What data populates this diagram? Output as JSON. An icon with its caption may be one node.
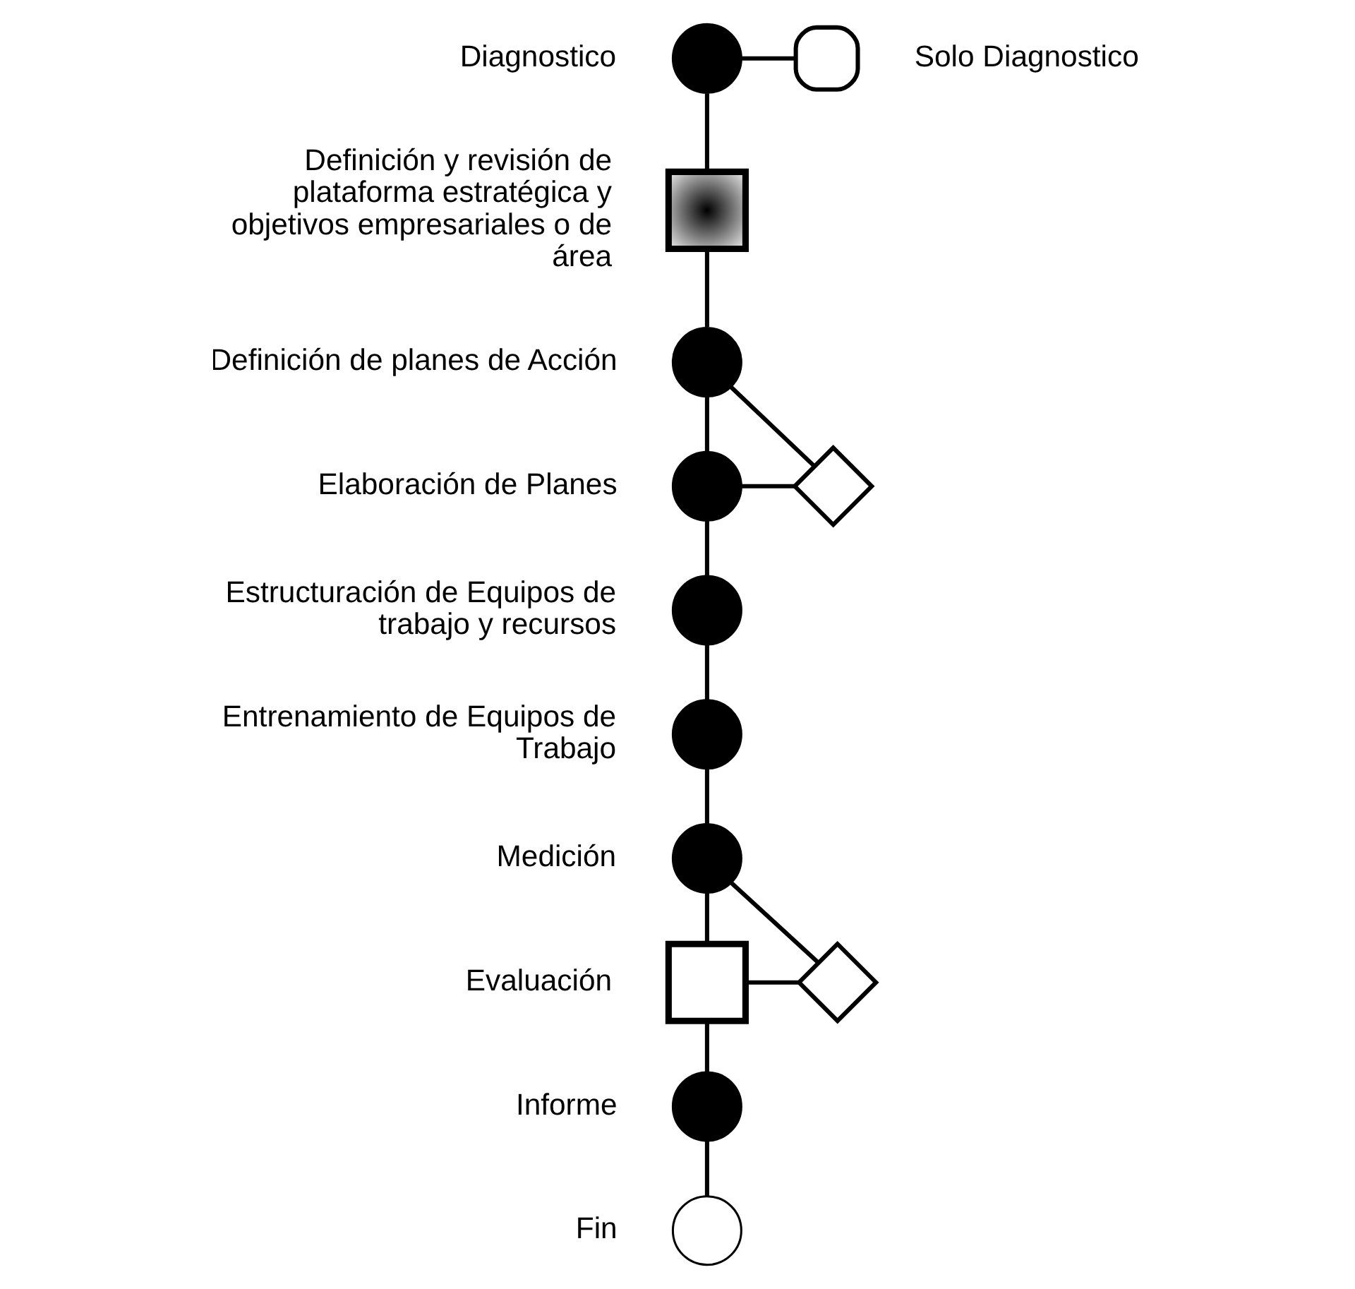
{
  "diagram": {
    "nodes": [
      {
        "text": [],
        "shape": "dot",
        "beside": [
          "Diagnostico"
        ]
      },
      {
        "text": [],
        "shape": "delay",
        "beside": [
          "Solo Diagnostico"
        ]
      },
      {
        "text": [],
        "shape": "box",
        "beside": [
          "Definición y revisión de plataforma estratégica y objetivos empresariales o de área"
        ]
      },
      {
        "text": [],
        "shape": "dot",
        "beside": [
          "Definición de planes de Acción"
        ]
      },
      {
        "text": [],
        "shape": "dot",
        "beside": [
          "Elaboración de Planes"
        ]
      },
      {
        "text": [],
        "shape": "diamond"
      },
      {
        "text": [],
        "shape": "dot",
        "beside": [
          "Estructuración de Equipos de trabajo y recursos"
        ]
      },
      {
        "text": [],
        "shape": "dot",
        "beside": [
          "Entrenamiento de Equipos de Trabajo"
        ]
      },
      {
        "text": [],
        "shape": "dot",
        "beside": [
          "Medición"
        ]
      },
      {
        "text": [],
        "shape": "box",
        "beside": [
          "Evaluación"
        ]
      },
      {
        "text": [],
        "shape": "diamond"
      },
      {
        "text": [],
        "shape": "dot",
        "beside": [
          "Informe"
        ]
      },
      {
        "text": [],
        "shape": "circle",
        "beside": [
          "Fin"
        ]
      }
    ],
    "edges": [
      {
        "from": 0,
        "to": 1,
        "arrow": "none"
      },
      {
        "from": 0,
        "to": 2,
        "arrow": "none"
      },
      {
        "from": 2,
        "to": 3,
        "arrow": "none"
      },
      {
        "from": 3,
        "to": 4,
        "arrow": "none"
      },
      {
        "from": 4,
        "to": 5,
        "arrow": "none"
      },
      {
        "from": 3,
        "to": 5,
        "arrow": "none"
      },
      {
        "from": 4,
        "to": 6,
        "arrow": "none"
      },
      {
        "from": 6,
        "to": 7,
        "arrow": "none"
      },
      {
        "from": 7,
        "to": 8,
        "arrow": "none"
      },
      {
        "from": 8,
        "to": 9,
        "arrow": "none"
      },
      {
        "from": 9,
        "to": 10,
        "arrow": "none"
      },
      {
        "from": 8,
        "to": 10,
        "arrow": "none"
      },
      {
        "from": 9,
        "to": 11,
        "arrow": "none"
      },
      {
        "from": 11,
        "to": 12,
        "arrow": "none"
      }
    ]
  }
}
